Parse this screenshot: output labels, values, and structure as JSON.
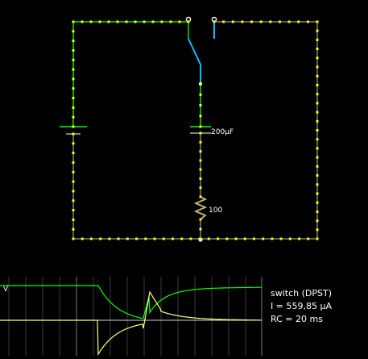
{
  "circuit": {
    "capacitor_label": "200µF",
    "resistor_label": "100"
  },
  "scope": {
    "axis_label": "V",
    "info": {
      "component": "switch (DPST)",
      "current": "I = 559,85 µA",
      "rc": "RC = 20 ms"
    }
  },
  "colors": {
    "background": "#000000",
    "wire_idle": "#808080",
    "wire_positive": "#00c000",
    "switch_blade": "#00c0ff",
    "current_dot": "#ffff00",
    "voltage_trace": "#00ff00",
    "current_trace": "#ffff80",
    "text": "#ffffff"
  }
}
